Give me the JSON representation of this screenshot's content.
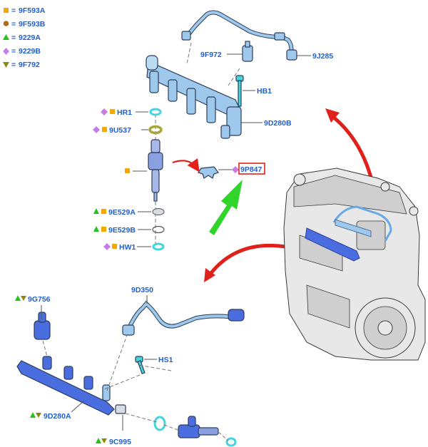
{
  "legend": [
    {
      "code": "9F593A",
      "symbol": "square",
      "color": "#f5a800"
    },
    {
      "code": "9F593B",
      "symbol": "circle",
      "color": "#b06a1a"
    },
    {
      "code": "9229A",
      "symbol": "triangle-up",
      "color": "#22c41a"
    },
    {
      "code": "9229B",
      "symbol": "diamond",
      "color": "#c77de8"
    },
    {
      "code": "9F792",
      "symbol": "triangle-down",
      "color": "#8a8a10"
    }
  ],
  "legend_separator": "=",
  "labels": {
    "f972": "9F972",
    "j285": "9J285",
    "hb1": "HB1",
    "hr1": "HR1",
    "u537": "9U537",
    "d280b": "9D280B",
    "p847": "9P847",
    "e529a": "9E529A",
    "e529b": "9E529B",
    "hw1": "HW1",
    "d350": "9D350",
    "g756": "9G756",
    "hs1": "HS1",
    "d280a": "9D280A",
    "c995": "9C995"
  },
  "colors": {
    "label": "#1f5fd0",
    "highlight_box": "#e0201b",
    "arrow_red": "#e0201b",
    "arrow_green": "#31d42a",
    "part_light": "#9ec9ec",
    "part_blue": "#4a6ee0",
    "ring_cyan": "#43d4dc",
    "ring_olive": "#a8a83a"
  }
}
